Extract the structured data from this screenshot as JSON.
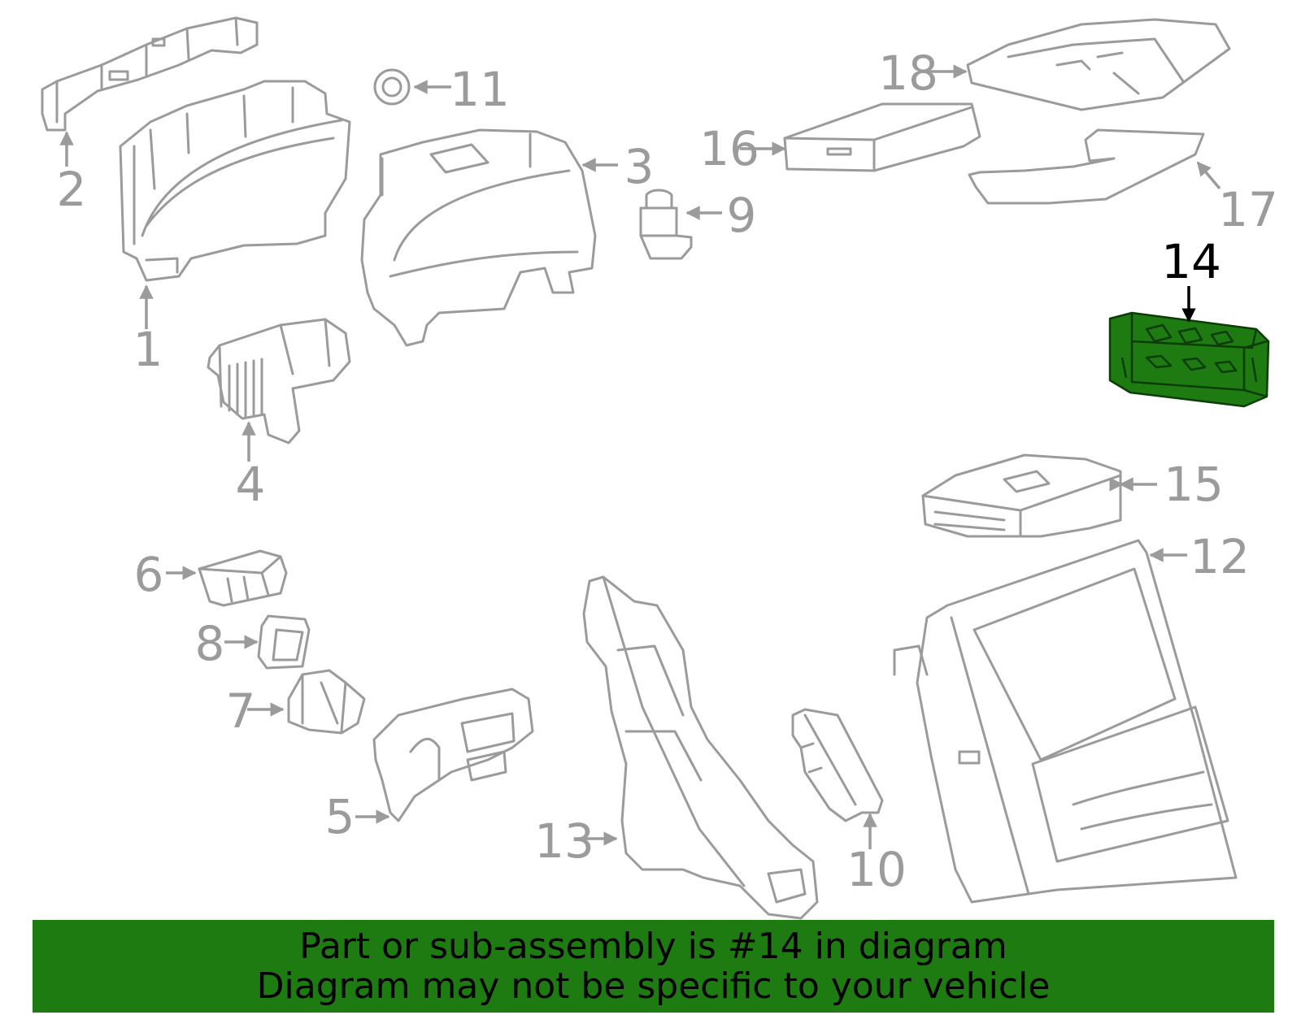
{
  "diagram": {
    "highlighted_part": "14",
    "highlight_color": "#1e7b12",
    "callout_color": "#9b9b9b",
    "callouts": [
      "1",
      "2",
      "3",
      "4",
      "5",
      "6",
      "7",
      "8",
      "9",
      "10",
      "11",
      "12",
      "13",
      "14",
      "15",
      "16",
      "17",
      "18"
    ]
  },
  "banner": {
    "line1": "Part or sub-assembly is #14 in diagram",
    "line2": "Diagram may not be specific to your vehicle"
  }
}
